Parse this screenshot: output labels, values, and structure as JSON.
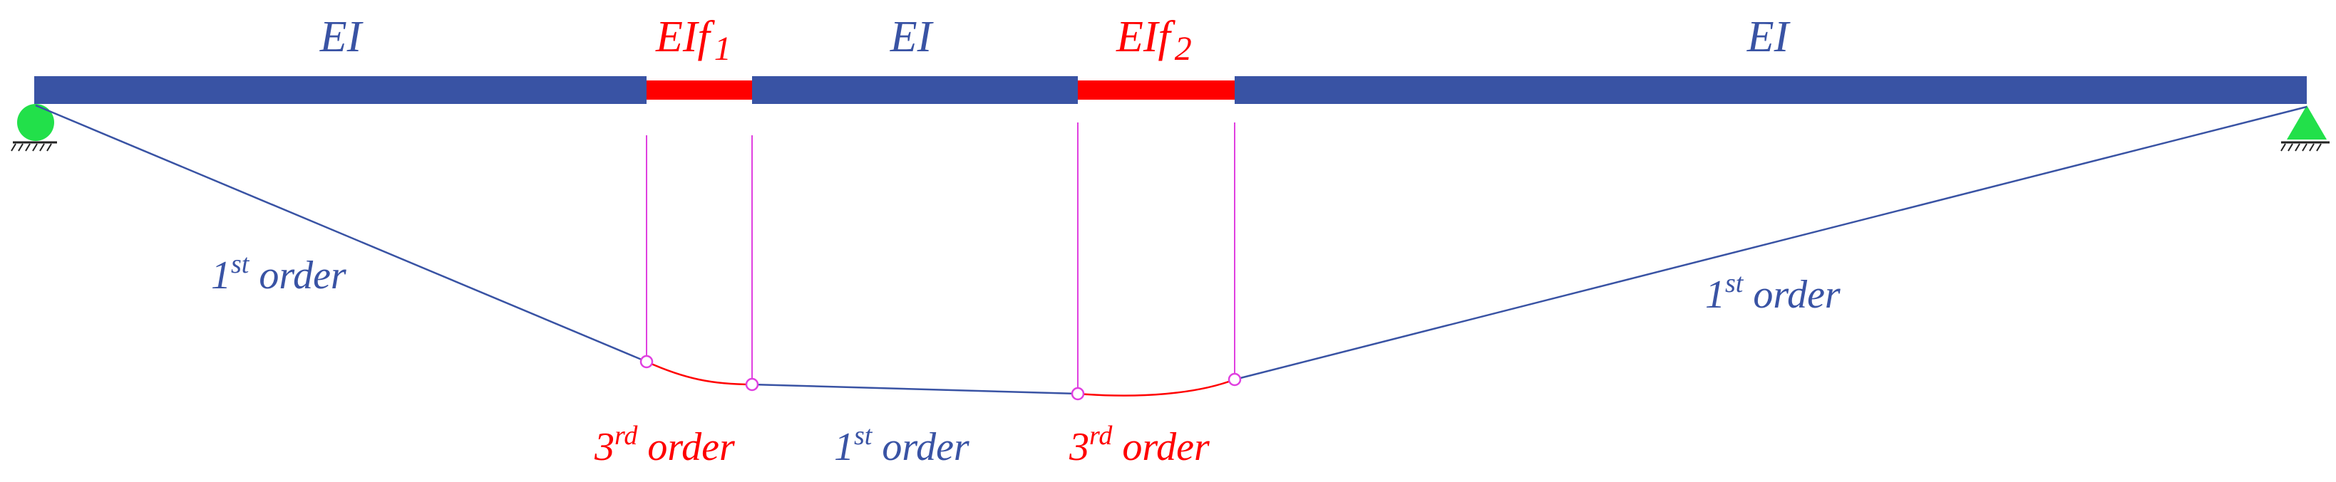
{
  "colors": {
    "beam": "#3953a4",
    "fracture": "#ff0000",
    "first_order": "#3953a4",
    "third_order": "#ff0000",
    "marker": "#e040e0",
    "support": "#22e04a",
    "background": "#ffffff"
  },
  "beam_labels": {
    "ei_left": "EI",
    "eif1_main": "EIf",
    "eif1_sub": "1",
    "ei_middle": "EI",
    "eif2_main": "EIf",
    "eif2_sub": "2",
    "ei_right": "EI"
  },
  "curve_labels": {
    "left_first": {
      "num": "1",
      "sup": "st",
      "word": " order"
    },
    "right_first": {
      "num": "1",
      "sup": "st",
      "word": " order"
    },
    "third_left": {
      "num": "3",
      "sup": "rd",
      "word": " order"
    },
    "middle_first": {
      "num": "1",
      "sup": "st",
      "word": " order"
    },
    "third_right": {
      "num": "3",
      "sup": "rd",
      "word": " order"
    }
  },
  "supports": {
    "left": "pin-support-icon",
    "right": "roller-support-icon"
  }
}
